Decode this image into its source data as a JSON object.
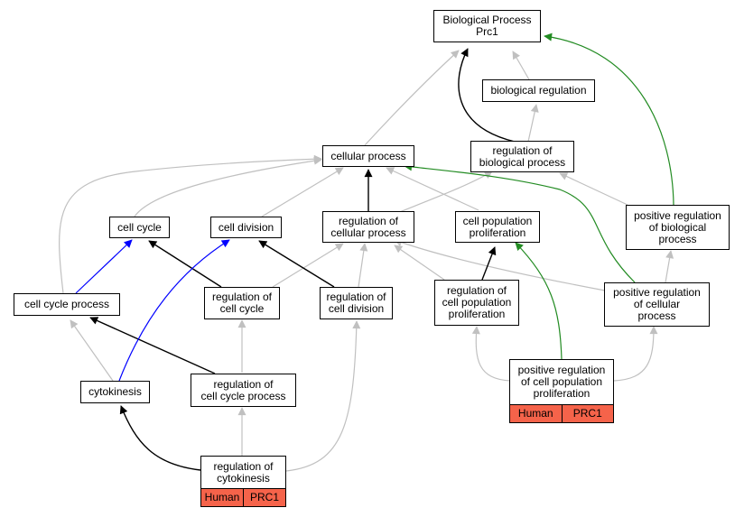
{
  "colors": {
    "is_a": "#c0c0c0",
    "part_of": "#000000",
    "regulates": "#0000ff",
    "positively_regulates": "#228b22",
    "annotation_fill": "#f5634a"
  },
  "nodes": {
    "bp": {
      "label": "Biological Process\nPrc1"
    },
    "bio_reg": {
      "label": "biological regulation"
    },
    "cell_proc": {
      "label": "cellular process"
    },
    "reg_bio": {
      "label": "regulation of\nbiological process"
    },
    "cell_cycle": {
      "label": "cell cycle"
    },
    "cell_div": {
      "label": "cell division"
    },
    "reg_cell_proc": {
      "label": "regulation of\ncellular process"
    },
    "cell_pop_prolif": {
      "label": "cell population\nproliferation"
    },
    "pos_reg_bio": {
      "label": "positive regulation\nof biological\nprocess"
    },
    "cc_process": {
      "label": "cell cycle process"
    },
    "reg_cc": {
      "label": "regulation of\ncell cycle"
    },
    "reg_cd": {
      "label": "regulation of\ncell division"
    },
    "reg_cpp": {
      "label": "regulation of\ncell population\nproliferation"
    },
    "pos_reg_cell": {
      "label": "positive regulation\nof cellular\nprocess"
    },
    "cytokinesis": {
      "label": "cytokinesis"
    },
    "reg_ccp": {
      "label": "regulation of\ncell cycle process"
    },
    "pos_reg_cpp": {
      "label": "positive regulation\nof cell population\nproliferation",
      "badges": [
        "Human",
        "PRC1"
      ]
    },
    "reg_cyto": {
      "label": "regulation of\ncytokinesis",
      "badges": [
        "Human",
        "PRC1"
      ]
    }
  }
}
